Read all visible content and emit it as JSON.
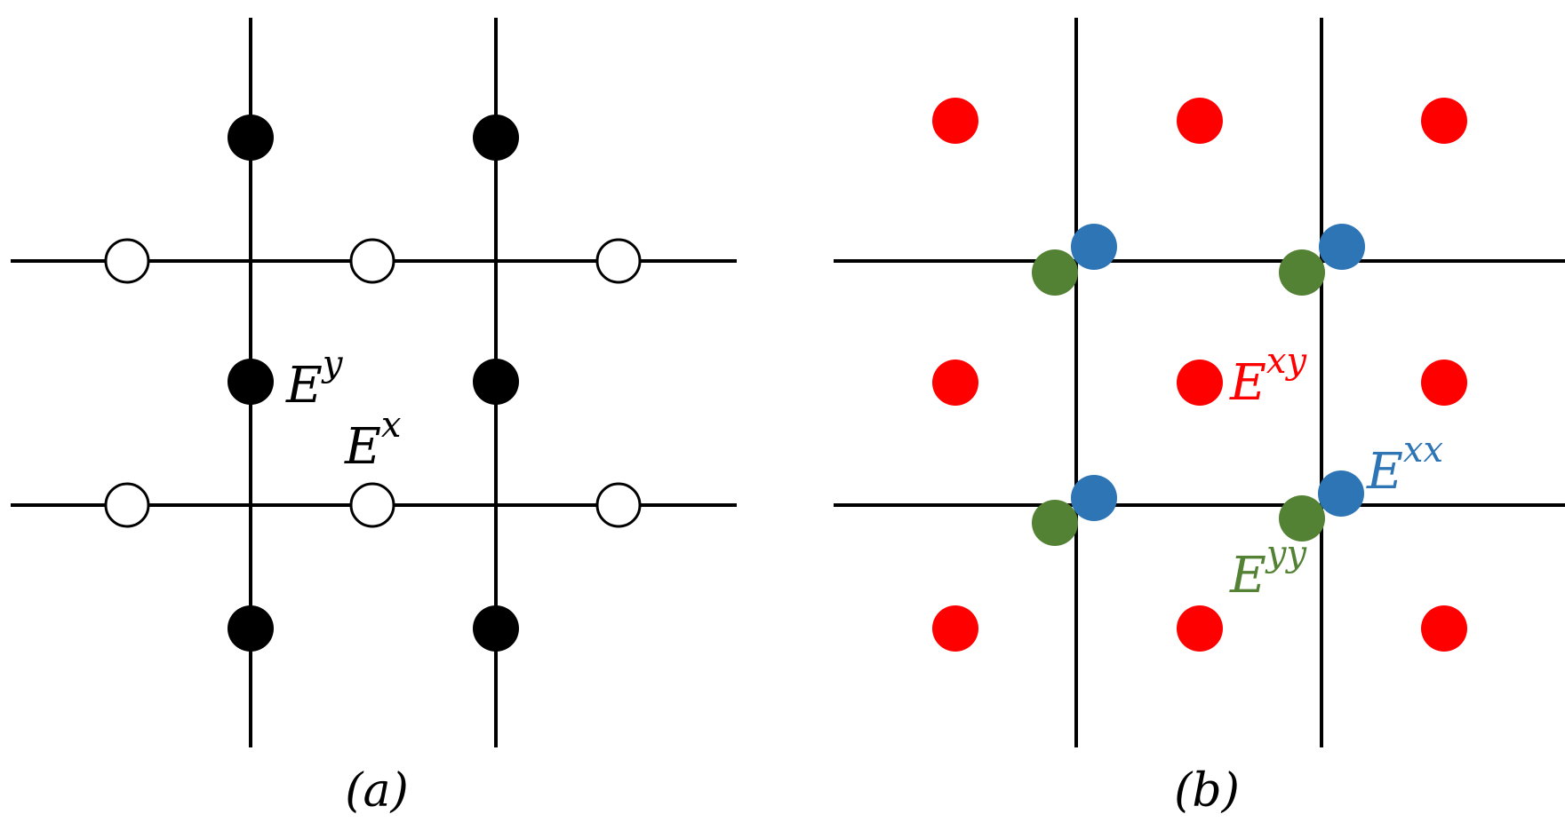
{
  "panels": [
    {
      "id": "a",
      "caption": "(a)",
      "labels": {
        "ey_base": "E",
        "ey_sup": "y",
        "ex_base": "E",
        "ex_sup": "x"
      },
      "colors": {
        "lines": "#000000",
        "filled_node": "#000000",
        "open_node_fill": "#ffffff",
        "open_node_stroke": "#000000",
        "label": "#000000"
      }
    },
    {
      "id": "b",
      "caption": "(b)",
      "labels": {
        "exy_base": "E",
        "exy_sup": "xy",
        "exx_base": "E",
        "exx_sup": "xx",
        "eyy_base": "E",
        "eyy_sup": "yy"
      },
      "colors": {
        "lines": "#000000",
        "exy": "#ff0000",
        "exx": "#2e75b6",
        "eyy": "#548235"
      }
    }
  ]
}
